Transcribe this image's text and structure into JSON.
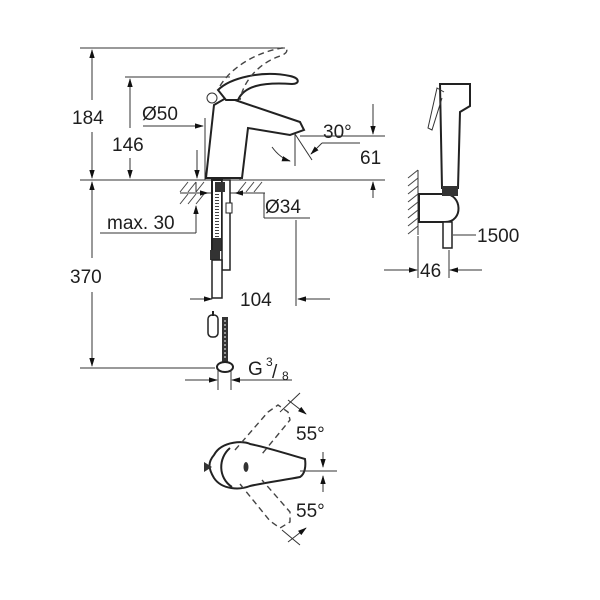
{
  "drawing": {
    "type": "technical dimension drawing",
    "subject": "single-lever basin mixer with bidet hand shower",
    "units": "mm",
    "colors": {
      "line": "#333333",
      "text": "#1e1e1e",
      "background": "#ffffff"
    }
  },
  "dimensions": {
    "total_height": {
      "label": "184"
    },
    "spout_height": {
      "label": "146"
    },
    "body_diameter": {
      "label": "Ø50"
    },
    "spout_angle": {
      "label": "30°"
    },
    "spout_outlet_height": {
      "label": "61"
    },
    "mounting_hole_diameter": {
      "label": "Ø34"
    },
    "max_deck_thickness": {
      "label": "max. 30"
    },
    "below_deck_length": {
      "label": "370"
    },
    "spout_reach": {
      "label": "104"
    },
    "connection_thread": {
      "label_main": "G",
      "label_num": "3",
      "label_den": "8"
    }
  },
  "hand_shower": {
    "hose_length": {
      "label": "1500"
    },
    "wall_projection": {
      "label": "46"
    }
  },
  "top_view": {
    "lever_rotation_upper": {
      "label": "55°"
    },
    "lever_rotation_lower": {
      "label": "55°"
    }
  }
}
